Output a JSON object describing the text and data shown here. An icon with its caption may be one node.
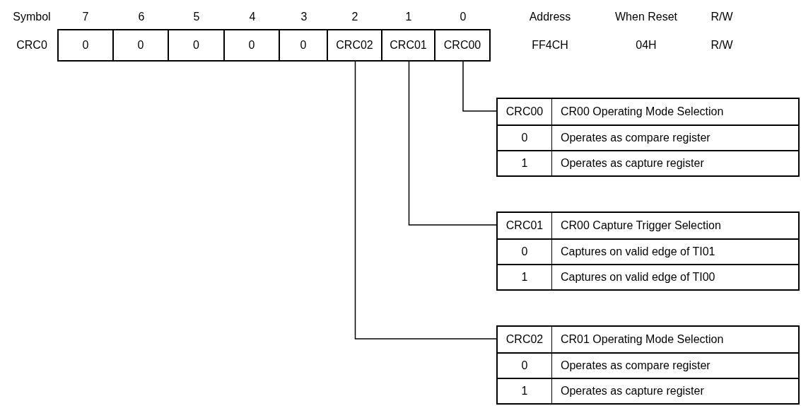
{
  "diagram": {
    "nodes": [
      {
        "text": [
          "0"
        ]
      },
      {
        "text": [
          "0"
        ]
      },
      {
        "text": [
          "0"
        ]
      },
      {
        "text": [
          "0"
        ]
      },
      {
        "text": [
          "0"
        ]
      },
      {
        "text": [
          "CRC02"
        ]
      },
      {
        "text": [
          "CRC01"
        ]
      },
      {
        "text": [
          "CRC00"
        ]
      },
      {
        "text": [
          "CRC00",
          "CR00 Operating Mode Selection",
          "0",
          "Operates as compare register",
          "1",
          "Operates as capture register"
        ]
      },
      {
        "text": [
          "CRC01",
          "CR00 Capture Trigger Selection",
          "0",
          "Captures on valid edge of TI01",
          "1",
          "Captures on valid edge of TI00"
        ]
      },
      {
        "text": [
          "CRC02",
          "CR01 Operating Mode Selection",
          "0",
          "Operates as compare register",
          "1",
          "Operates as capture register"
        ]
      }
    ],
    "edges": [
      {
        "from": 7,
        "to": 8,
        "arrow": "none"
      },
      {
        "from": 6,
        "to": 9,
        "arrow": "none"
      },
      {
        "from": 5,
        "to": 10,
        "arrow": "none"
      }
    ],
    "labels": [
      "Symbol",
      "7",
      "6",
      "5",
      "4",
      "3",
      "2",
      "1",
      "0",
      "Address",
      "When Reset",
      "R/W",
      "CRC0",
      "FF4CH",
      "04H",
      "R/W"
    ]
  }
}
